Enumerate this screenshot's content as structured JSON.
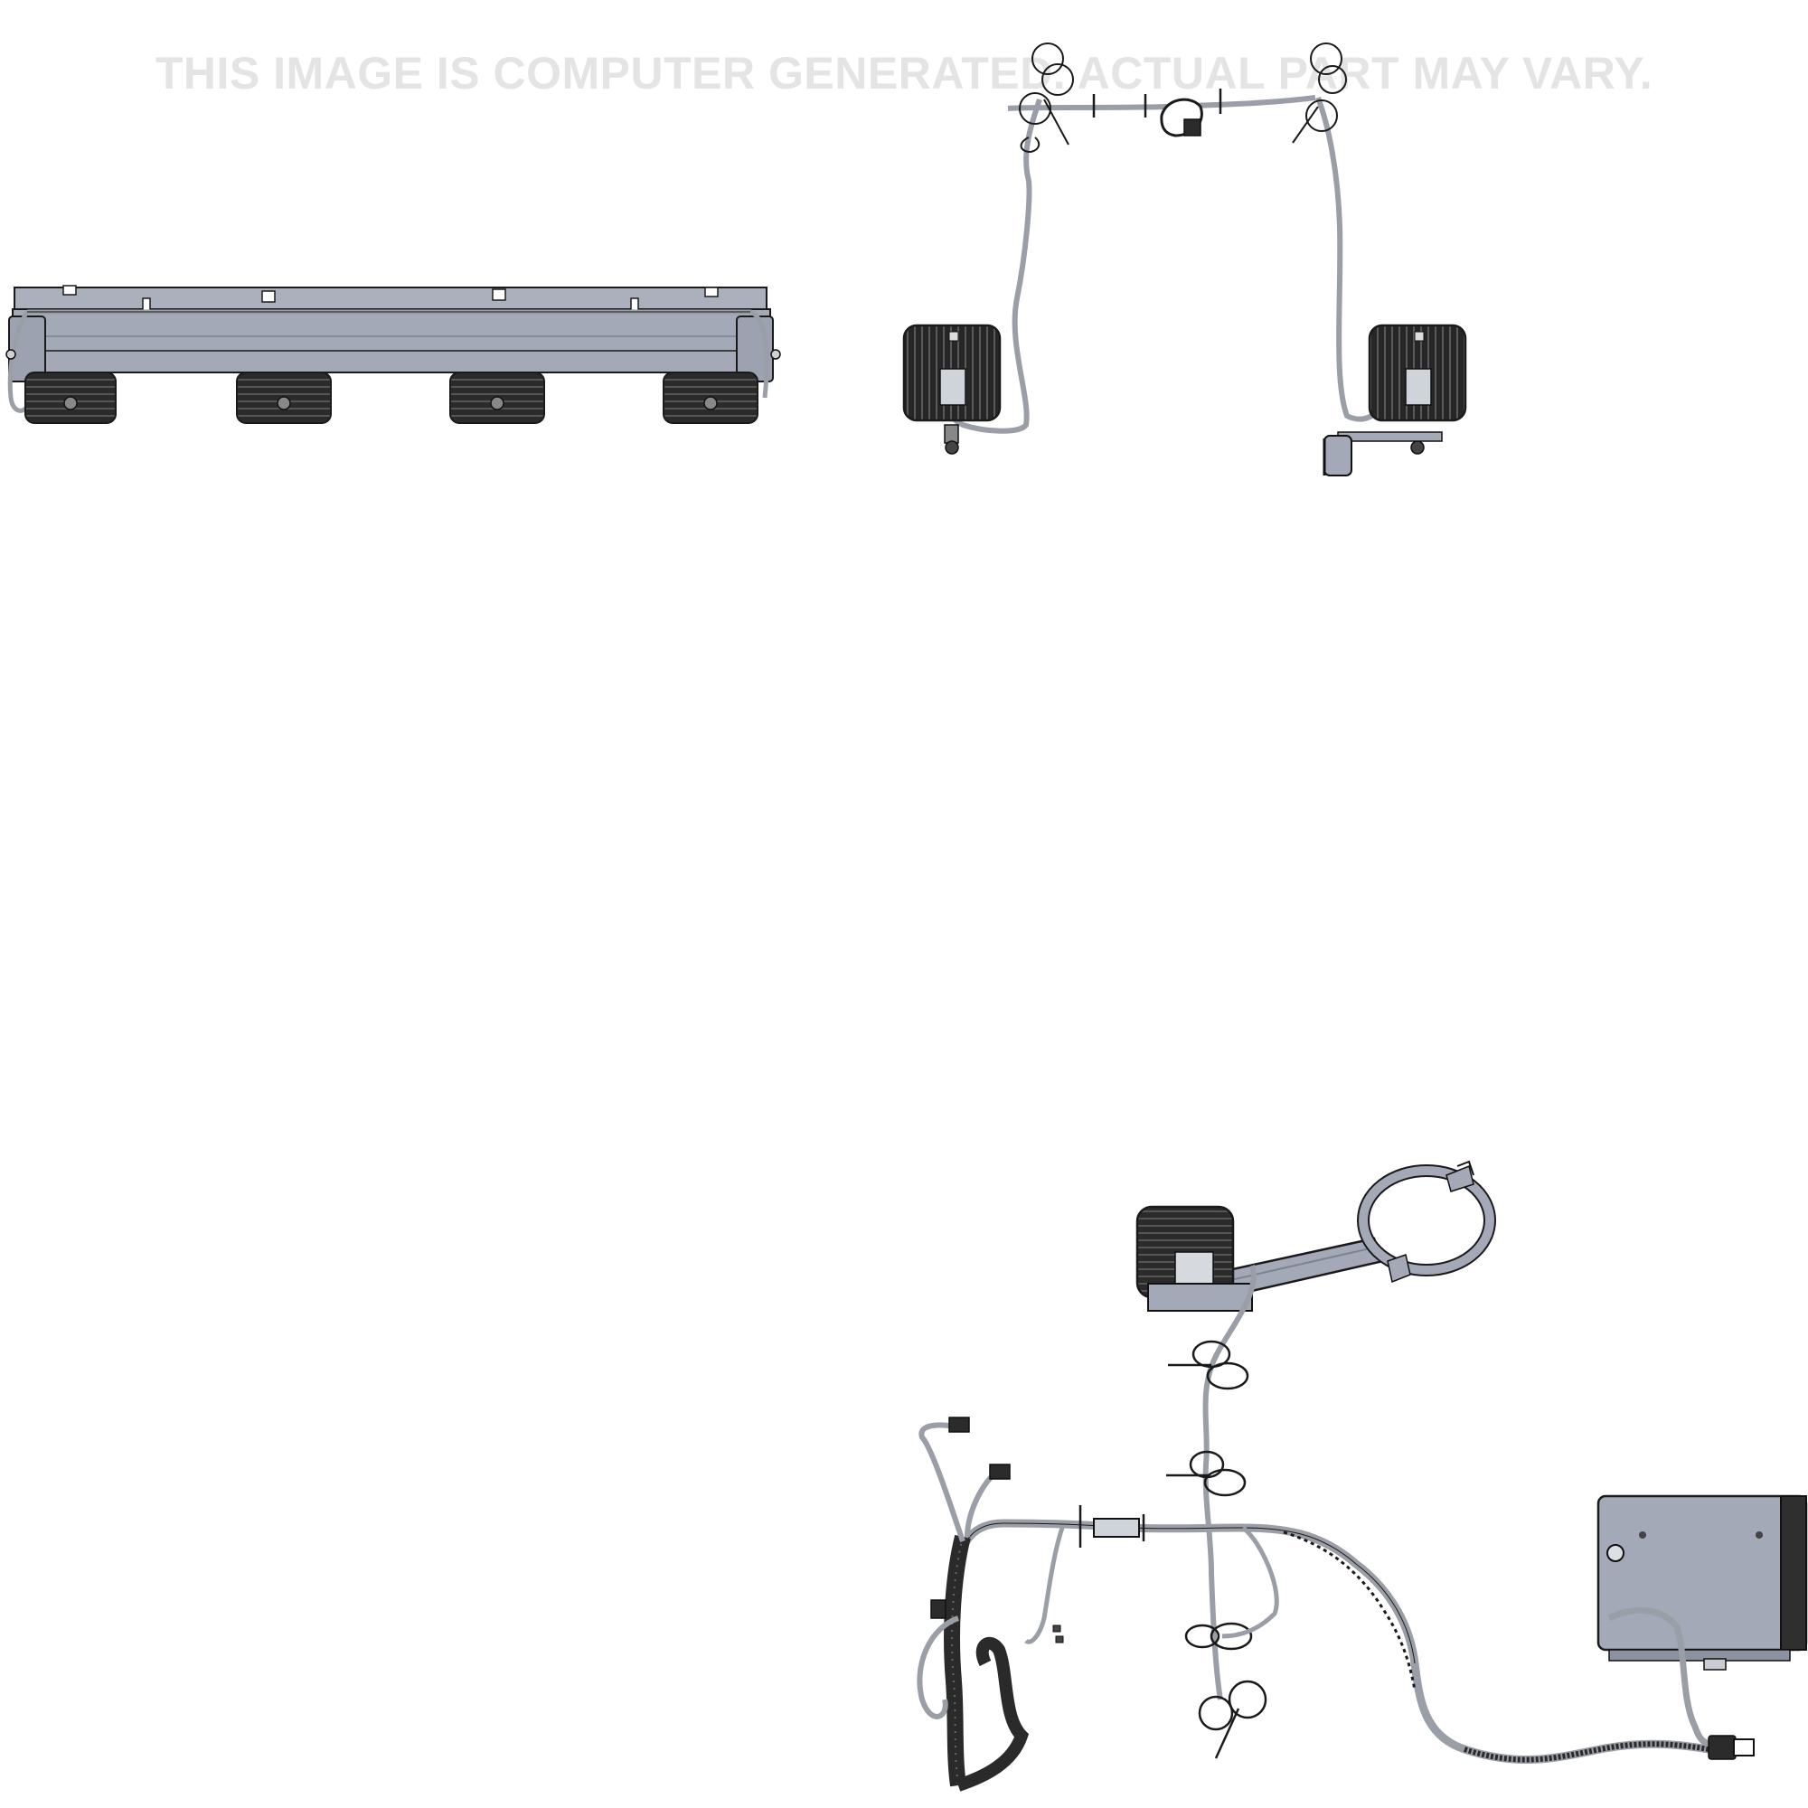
{
  "watermark": {
    "text": "THIS IMAGE IS COMPUTER GENERATED. ACTUAL PART MAY VARY."
  },
  "palette": {
    "metal": "#a3a9b6",
    "metal_dark": "#7d8390",
    "lamp": "#2b2b2b",
    "cable": "#9a9ea6",
    "loom": "#2a2a2a",
    "ink": "#1a1a1a",
    "watermark": "#e4e4e4"
  },
  "views": [
    {
      "id": "light-bar-front-view",
      "lamp_count": 4
    },
    {
      "id": "wiring-harness-top-view",
      "lamp_count": 2
    },
    {
      "id": "pole-mount-harness-view",
      "lamp_count": 1
    }
  ]
}
